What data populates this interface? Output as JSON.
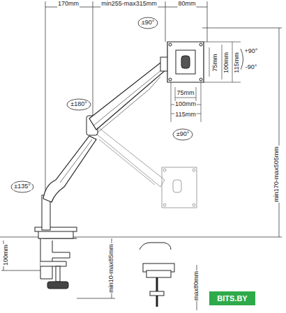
{
  "diagram": {
    "labels": [
      "170mm",
      "min255-max315mm",
      "80mm",
      "±90°",
      "+90°",
      "-90°",
      "75mm",
      "100mm",
      "115mm",
      "75mm",
      "100mm",
      "115mm",
      "±90°",
      "±180°",
      "±135°",
      "min170-max505mm",
      "100mm",
      "min10-max85mm",
      "max80mm",
      "BITS.BY"
    ]
  }
}
